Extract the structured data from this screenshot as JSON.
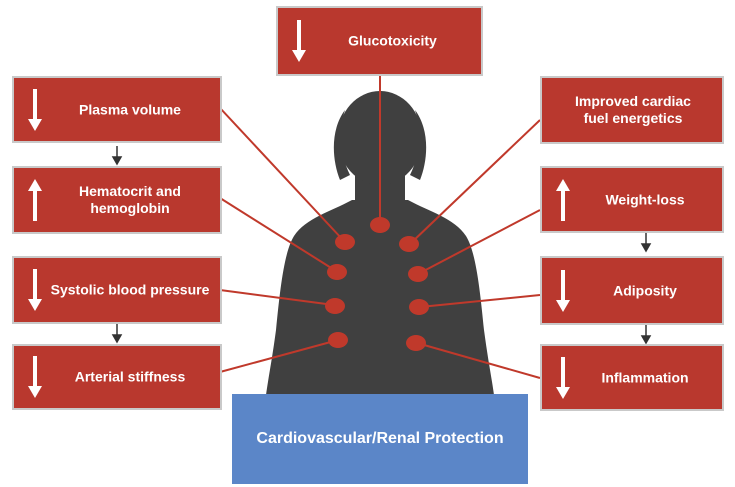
{
  "colors": {
    "box_fill": "#b9382e",
    "box_border": "#c9c9c9",
    "silhouette": "#404040",
    "dot": "#c0392b",
    "connector": "#c0392b",
    "protection": "#5b86c8",
    "link_arrow": "#333333"
  },
  "boxes": {
    "glucotoxicity": {
      "label": "Glucotoxicity",
      "direction": "down"
    },
    "plasma_volume": {
      "label": "Plasma volume",
      "direction": "down"
    },
    "hematocrit": {
      "label": "Hematocrit and\nhemoglobin",
      "direction": "up"
    },
    "systolic_bp": {
      "label": "Systolic blood pressure",
      "direction": "down"
    },
    "arterial_stiffness": {
      "label": "Arterial stiffness",
      "direction": "down"
    },
    "cardiac_fuel": {
      "label": "Improved cardiac\nfuel energetics",
      "direction": "none"
    },
    "weight_loss": {
      "label": "Weight-loss",
      "direction": "up"
    },
    "adiposity": {
      "label": "Adiposity",
      "direction": "down"
    },
    "inflammation": {
      "label": "Inflammation",
      "direction": "down"
    }
  },
  "protection": {
    "label": "Cardiovascular/Renal Protection"
  }
}
